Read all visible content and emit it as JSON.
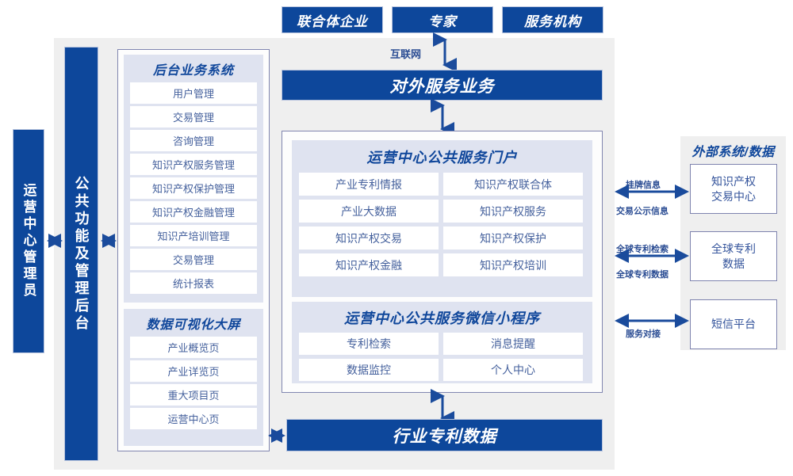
{
  "colors": {
    "brand_blue": "#0d479b",
    "panel_gray": "#efefef",
    "group_lavender": "#dfe3f0",
    "card_border": "#8186b0",
    "text_blue": "#45619d",
    "arrow_blue": "#1a4b9c"
  },
  "top_actors": [
    {
      "label": "联合体企业"
    },
    {
      "label": "专家"
    },
    {
      "label": "服务机构"
    }
  ],
  "connectors": {
    "internet": "互联网",
    "listing_info": "挂牌信息",
    "trade_public_info": "交易公示信息",
    "global_patent_search": "全球专利检索",
    "global_patent_data": "全球专利数据",
    "service_docking": "服务对接"
  },
  "left_rail": {
    "admin": "运营中心管理员",
    "common_backend": "公共功能及管理后台"
  },
  "external_service": {
    "title": "对外服务业务"
  },
  "backend_system": {
    "title": "后台业务系统",
    "items": [
      "用户管理",
      "交易管理",
      "咨询管理",
      "知识产权服务管理",
      "知识产权保护管理",
      "知识产权金融管理",
      "知识产培训管理",
      "交易管理",
      "统计报表"
    ]
  },
  "data_visual": {
    "title": "数据可视化大屏",
    "items": [
      "产业概览页",
      "产业详览页",
      "重大项目页",
      "运营中心页"
    ]
  },
  "portal": {
    "title": "运营中心公共服务门户",
    "items": [
      "产业专利情报",
      "知识产权联合体",
      "产业大数据",
      "知识产权服务",
      "知识产权交易",
      "知识产权保护",
      "知识产权金融",
      "知识产权培训"
    ]
  },
  "miniprogram": {
    "title": "运营中心公共服务微信小程序",
    "items": [
      "专利检索",
      "消息提醒",
      "数据监控",
      "个人中心"
    ]
  },
  "industry_data": {
    "title": "行业专利数据"
  },
  "external_panel": {
    "title": "外部系统/数据",
    "items": [
      "知识产权\n交易中心",
      "全球专利\n数据",
      "短信平台"
    ]
  }
}
